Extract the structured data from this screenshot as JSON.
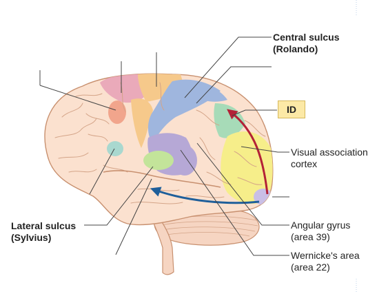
{
  "labels": {
    "central_sulcus": {
      "line1": "Central sulcus",
      "line2": "(Rolando)"
    },
    "id_box": "ID",
    "visual_association": {
      "line1": "Visual association",
      "line2": "cortex"
    },
    "lateral_sulcus": {
      "line1": "Lateral sulcus",
      "line2": "(Sylvius)"
    },
    "angular_gyrus": {
      "line1": "Angular gyrus",
      "line2": "(area 39)"
    },
    "wernicke": {
      "line1": "Wernicke's area",
      "line2": "(area 22)"
    }
  },
  "colors": {
    "brain_base": "#fbe1cf",
    "brain_outline": "#c8906f",
    "gyri_lines": "#d4a488",
    "prefrontal_pink": "#e9a6b8",
    "premotor_salmon": "#f1a58c",
    "motor_orange": "#f6c98b",
    "somatosensory_blue": "#9fb6de",
    "parietal_green": "#a7dbb8",
    "visual_yellow": "#f6ee8a",
    "wernicke_purple": "#b6a8d6",
    "angular_lavender": "#c9bfe6",
    "broca_teal": "#a9d8cf",
    "auditory_green": "#c3e49a",
    "arrow_red": "#b32237",
    "arrow_blue": "#1f5f9a",
    "leader_line": "#444444",
    "id_box_fill": "#fce9a6"
  },
  "icons": [
    "red-curved-arrow",
    "blue-curved-arrow"
  ]
}
